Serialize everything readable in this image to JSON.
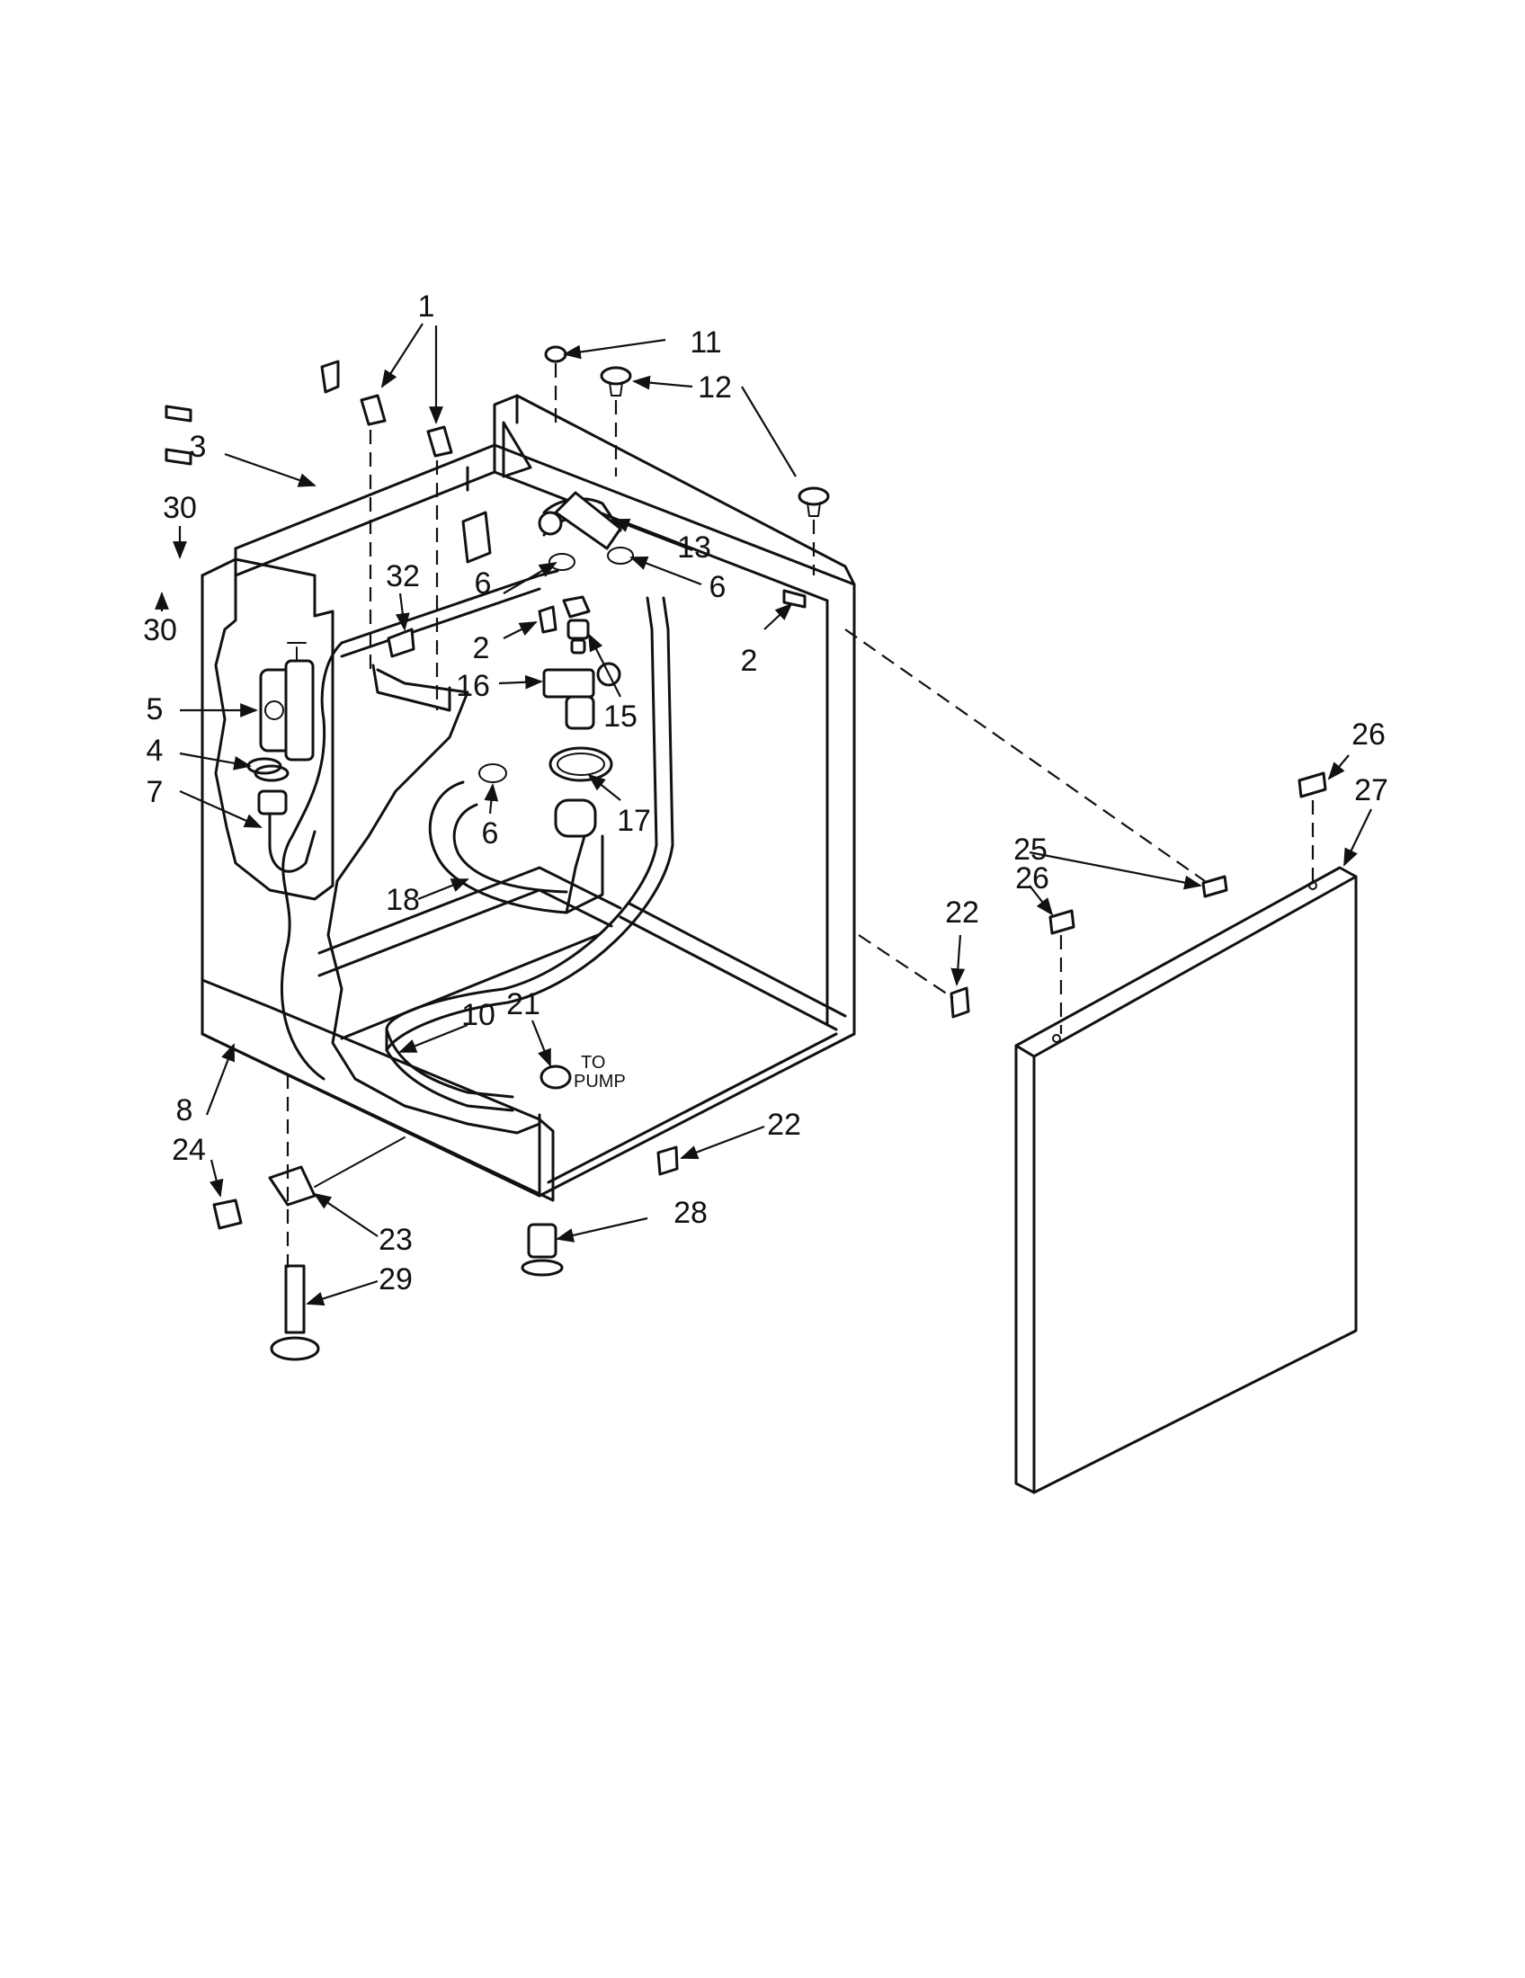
{
  "diagram": {
    "note": {
      "line1": "TO",
      "line2": "PUMP"
    },
    "callouts": {
      "c1": "1",
      "c3": "3",
      "c30a": "30",
      "c30b": "30",
      "c32": "32",
      "c5": "5",
      "c4": "4",
      "c7": "7",
      "c11": "11",
      "c12": "12",
      "c13": "13",
      "c6a": "6",
      "c6b": "6",
      "c6c": "6",
      "c2a": "2",
      "c2b": "2",
      "c16": "16",
      "c15": "15",
      "c17": "17",
      "c18": "18",
      "c10": "10",
      "c21": "21",
      "c8": "8",
      "c24": "24",
      "c23": "23",
      "c29": "29",
      "c28": "28",
      "c22a": "22",
      "c22b": "22",
      "c25": "25",
      "c26a": "26",
      "c26b": "26",
      "c27": "27"
    }
  }
}
